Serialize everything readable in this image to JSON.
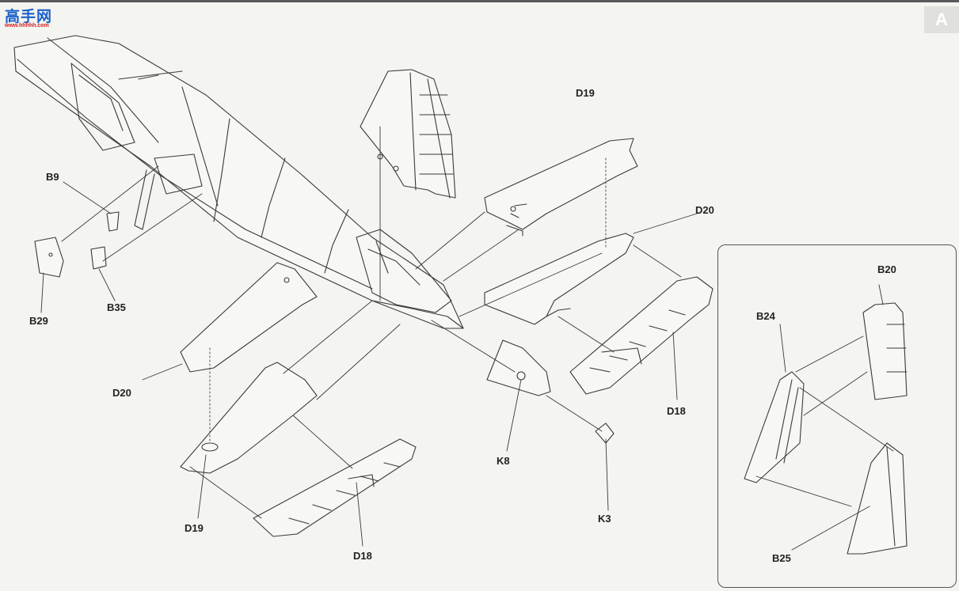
{
  "watermark": {
    "main": "高手网",
    "sub": "www.hhhhh.com"
  },
  "page_tab": "A",
  "labels": {
    "B9": "B9",
    "B29": "B29",
    "B35": "B35",
    "D20_left": "D20",
    "D19_left": "D19",
    "D18_left": "D18",
    "D19_right": "D19",
    "D20_right": "D20",
    "D18_right": "D18",
    "K8": "K8",
    "K3": "K3",
    "B20": "B20",
    "B24": "B24",
    "B25": "B25"
  }
}
